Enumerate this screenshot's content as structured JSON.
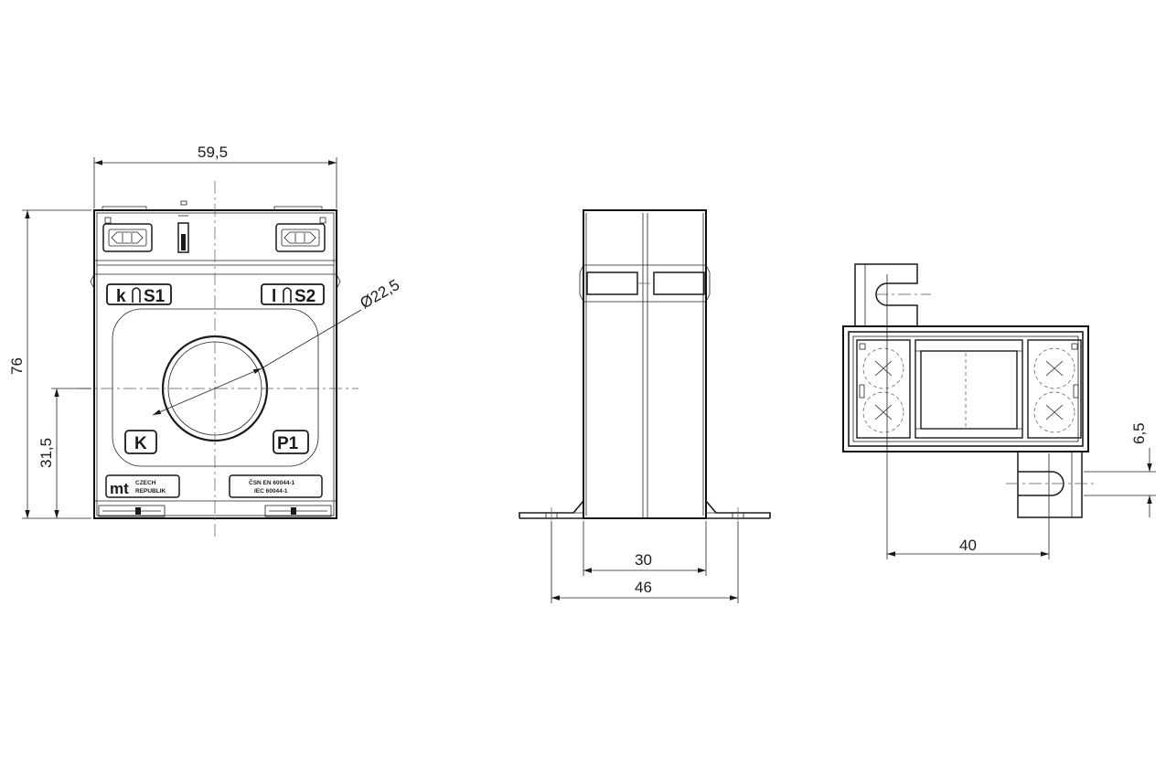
{
  "dimensions": {
    "front_width": "59,5",
    "front_height": "76",
    "center_height": "31,5",
    "hole_diameter": "Ø22,5",
    "side_body_width": "30",
    "side_base_width": "46",
    "bottom_length": "40",
    "bottom_offset": "6,5"
  },
  "front_labels": {
    "k": "k",
    "s1": "S1",
    "l": "l",
    "s2": "S2",
    "K": "K",
    "P1": "P1",
    "logo": "mt",
    "country_line1": "CZECH",
    "country_line2": "REPUBLIK",
    "standard_line1": "ČSN EN 60044-1",
    "standard_line2": "IEC 60044-1"
  }
}
